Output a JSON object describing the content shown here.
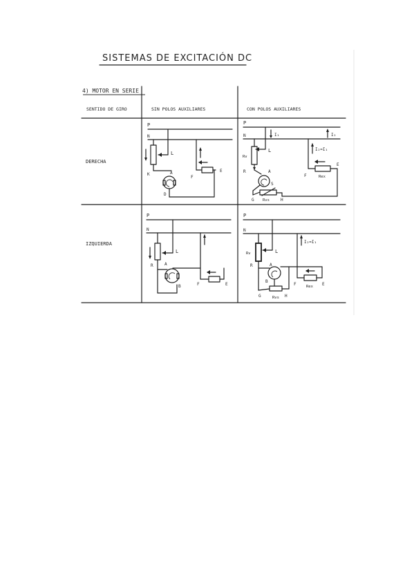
{
  "title": "SISTEMAS DE EXCITACIÓN DC",
  "section": "4) MOTOR EN SERIE",
  "table": {
    "col_headers": [
      "SENTIDO DE GIRO",
      "SIN POLOS AUXILIARES",
      "CON POLOS AUXILIARES"
    ],
    "rows": [
      "DERECHA",
      "IZQUIERDA"
    ]
  },
  "labels": {
    "P": "P",
    "N": "N",
    "L": "L",
    "K": "K",
    "D": "D",
    "A": "A",
    "B": "B",
    "F": "F",
    "E": "E",
    "R": "R",
    "S": "S",
    "G": "G",
    "H": "H",
    "I1": "I₁",
    "I2": "I₂",
    "I2eqI1": "I₂=I₁",
    "Rv": "Rv",
    "Rex": "Rex",
    "Rvs": "Rvs"
  },
  "colors": {
    "ink": "#1e1e1e",
    "paper": "#ffffff"
  }
}
